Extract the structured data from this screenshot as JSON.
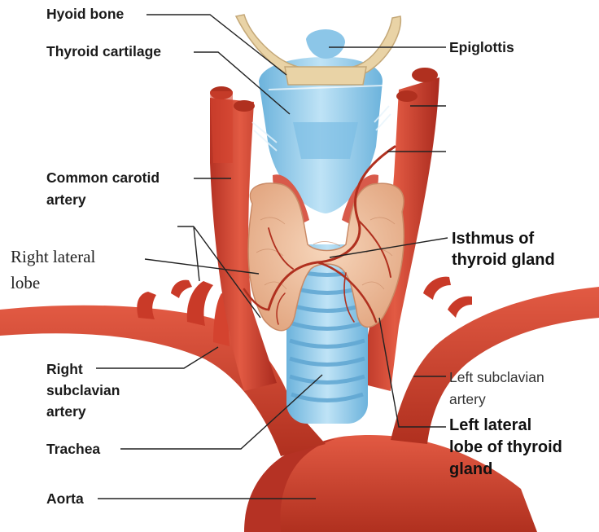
{
  "labels": {
    "hyoid_bone": "Hyoid bone",
    "thyroid_cartilage": "Thyroid cartilage",
    "epiglottis": "Epiglottis",
    "common_carotid_1": "Common carotid",
    "common_carotid_2": "artery",
    "right_lateral_1": "Right lateral",
    "right_lateral_2": "lobe",
    "isthmus_1": "Isthmus of",
    "isthmus_2": "thyroid gland",
    "right_subclavian_1": "Right",
    "right_subclavian_2": "subclavian",
    "right_subclavian_3": "artery",
    "left_subclavian_1": "Left subclavian",
    "left_subclavian_2": "artery",
    "trachea": "Trachea",
    "left_lateral_1": "Left lateral",
    "left_lateral_2": "lobe of thyroid",
    "left_lateral_3": "gland",
    "aorta": "Aorta"
  },
  "colors": {
    "artery": "#d8432f",
    "artery_dark": "#a92a1e",
    "cartilage": "#9fd0ec",
    "cartilage_dark": "#5fa6d2",
    "thyroid": "#f0c2a0",
    "bone": "#e9d3a6",
    "leader": "#222222"
  }
}
